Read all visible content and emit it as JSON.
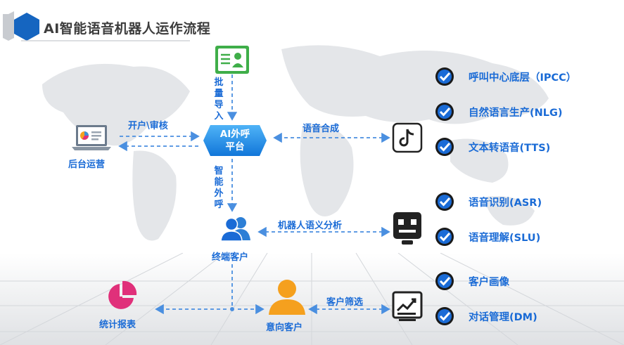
{
  "title": "AI智能语音机器人运作流程",
  "platform": {
    "line1": "AI外呼",
    "line2": "平台"
  },
  "nodes": {
    "backend": "后台运营",
    "terminal": "终端客户",
    "report": "统计报表",
    "intent": "意向客户"
  },
  "edges": {
    "open_review": "开户\\审核",
    "tts": "语音合成",
    "semantic": "机器人语义分析",
    "filter": "客户筛选",
    "batch_import": [
      "批",
      "量",
      "导",
      "入"
    ],
    "smart_call": [
      "智",
      "能",
      "外",
      "呼"
    ]
  },
  "features": [
    {
      "label": "呼叫中心底层（IPCC）"
    },
    {
      "label": "自然语言生产(NLG)"
    },
    {
      "label": "文本转语音(TTS)"
    },
    {
      "label": "语音识别(ASR)"
    },
    {
      "label": "语音理解(SLU)"
    },
    {
      "label": "客户画像"
    },
    {
      "label": "对话管理(DM)"
    }
  ],
  "colors": {
    "accent": "#1a6bd6",
    "line": "#4a8fe0",
    "green_icon": "#3fae49",
    "orange": "#f5a01e",
    "magenta": "#e0307a",
    "dark": "#222222"
  }
}
